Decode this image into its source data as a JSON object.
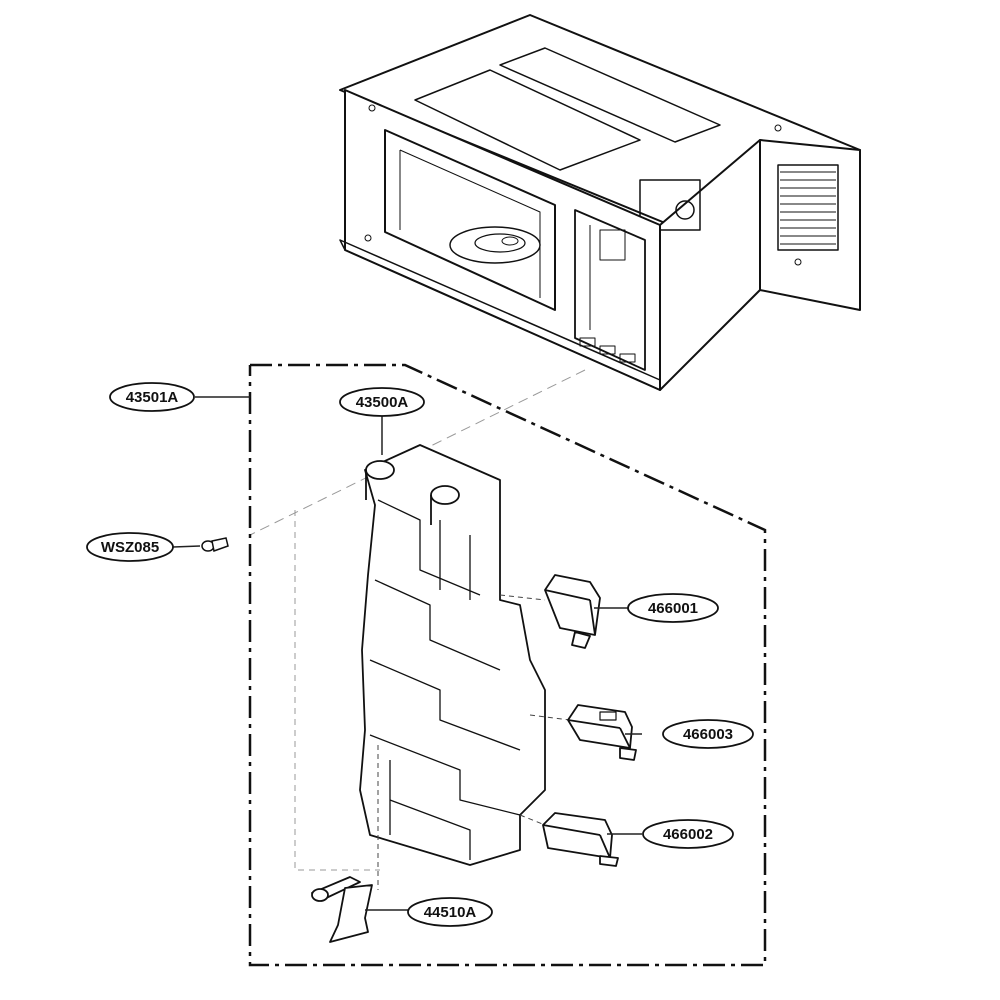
{
  "diagram": {
    "callouts": [
      {
        "id": "c-43501a",
        "label": "43501A"
      },
      {
        "id": "c-43500a",
        "label": "43500A"
      },
      {
        "id": "c-wsz085",
        "label": "WSZ085"
      },
      {
        "id": "c-466001",
        "label": "466001"
      },
      {
        "id": "c-466003",
        "label": "466003"
      },
      {
        "id": "c-466002",
        "label": "466002"
      },
      {
        "id": "c-44510a",
        "label": "44510A"
      }
    ],
    "colors": {
      "line": "#111111",
      "leader": "#222222",
      "paper": "#ffffff"
    }
  }
}
